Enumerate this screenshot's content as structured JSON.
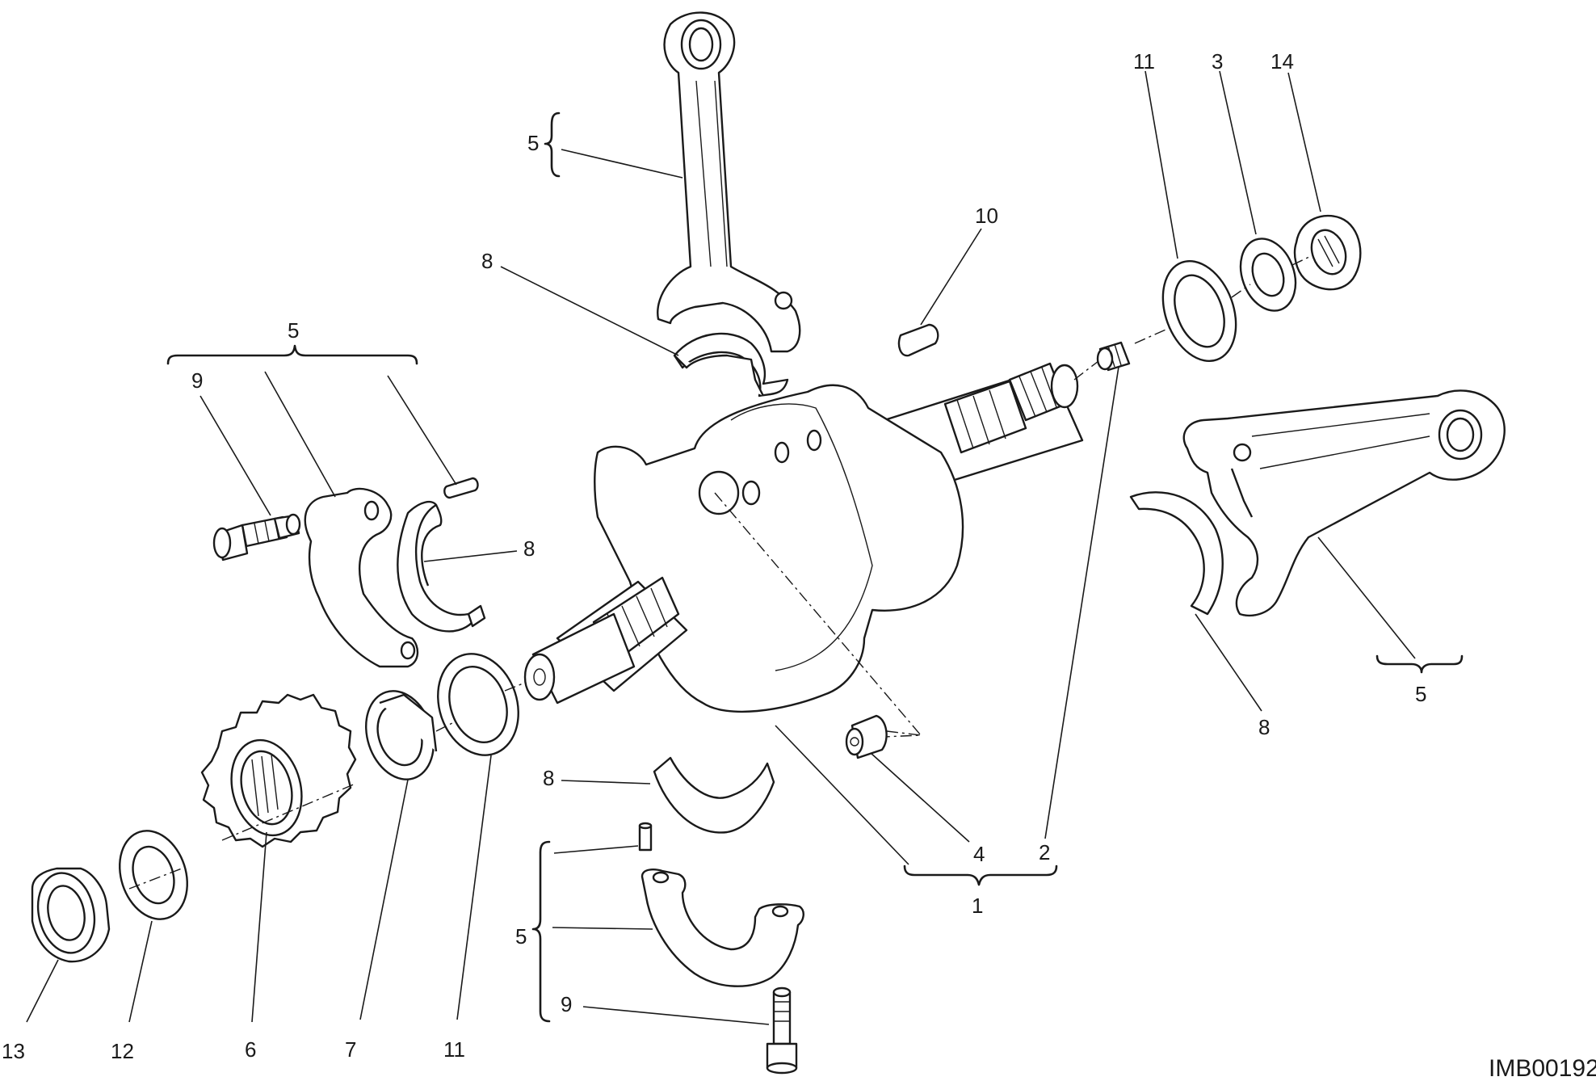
{
  "diagram": {
    "callouts": [
      "1",
      "2",
      "3",
      "4",
      "5",
      "6",
      "7",
      "8",
      "9",
      "10",
      "11",
      "12",
      "13",
      "14"
    ],
    "image_code": "IMB00192"
  }
}
